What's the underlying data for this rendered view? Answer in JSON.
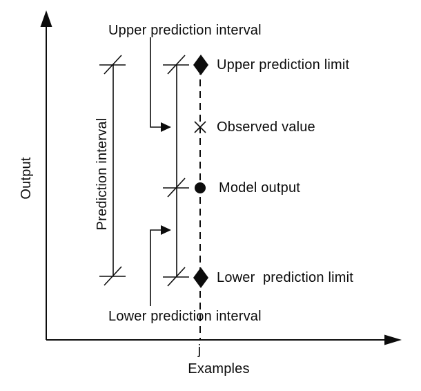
{
  "figure": {
    "background": "#ffffff",
    "ink_color": "#0c0c0c",
    "y_axis_label": "Output",
    "x_axis_label": "Examples",
    "x_tick_label": "j"
  },
  "annotations": {
    "upper_interval_label": "Upper prediction interval",
    "lower_interval_label": "Lower prediction interval",
    "interval_bar_label": "Prediction interval"
  },
  "markers": [
    {
      "symbol": "filled-diamond",
      "label": "Upper prediction limit"
    },
    {
      "symbol": "cross",
      "label": "Observed value"
    },
    {
      "symbol": "filled-dot",
      "label": "Model output"
    },
    {
      "symbol": "filled-diamond",
      "label": "Lower  prediction limit"
    }
  ]
}
